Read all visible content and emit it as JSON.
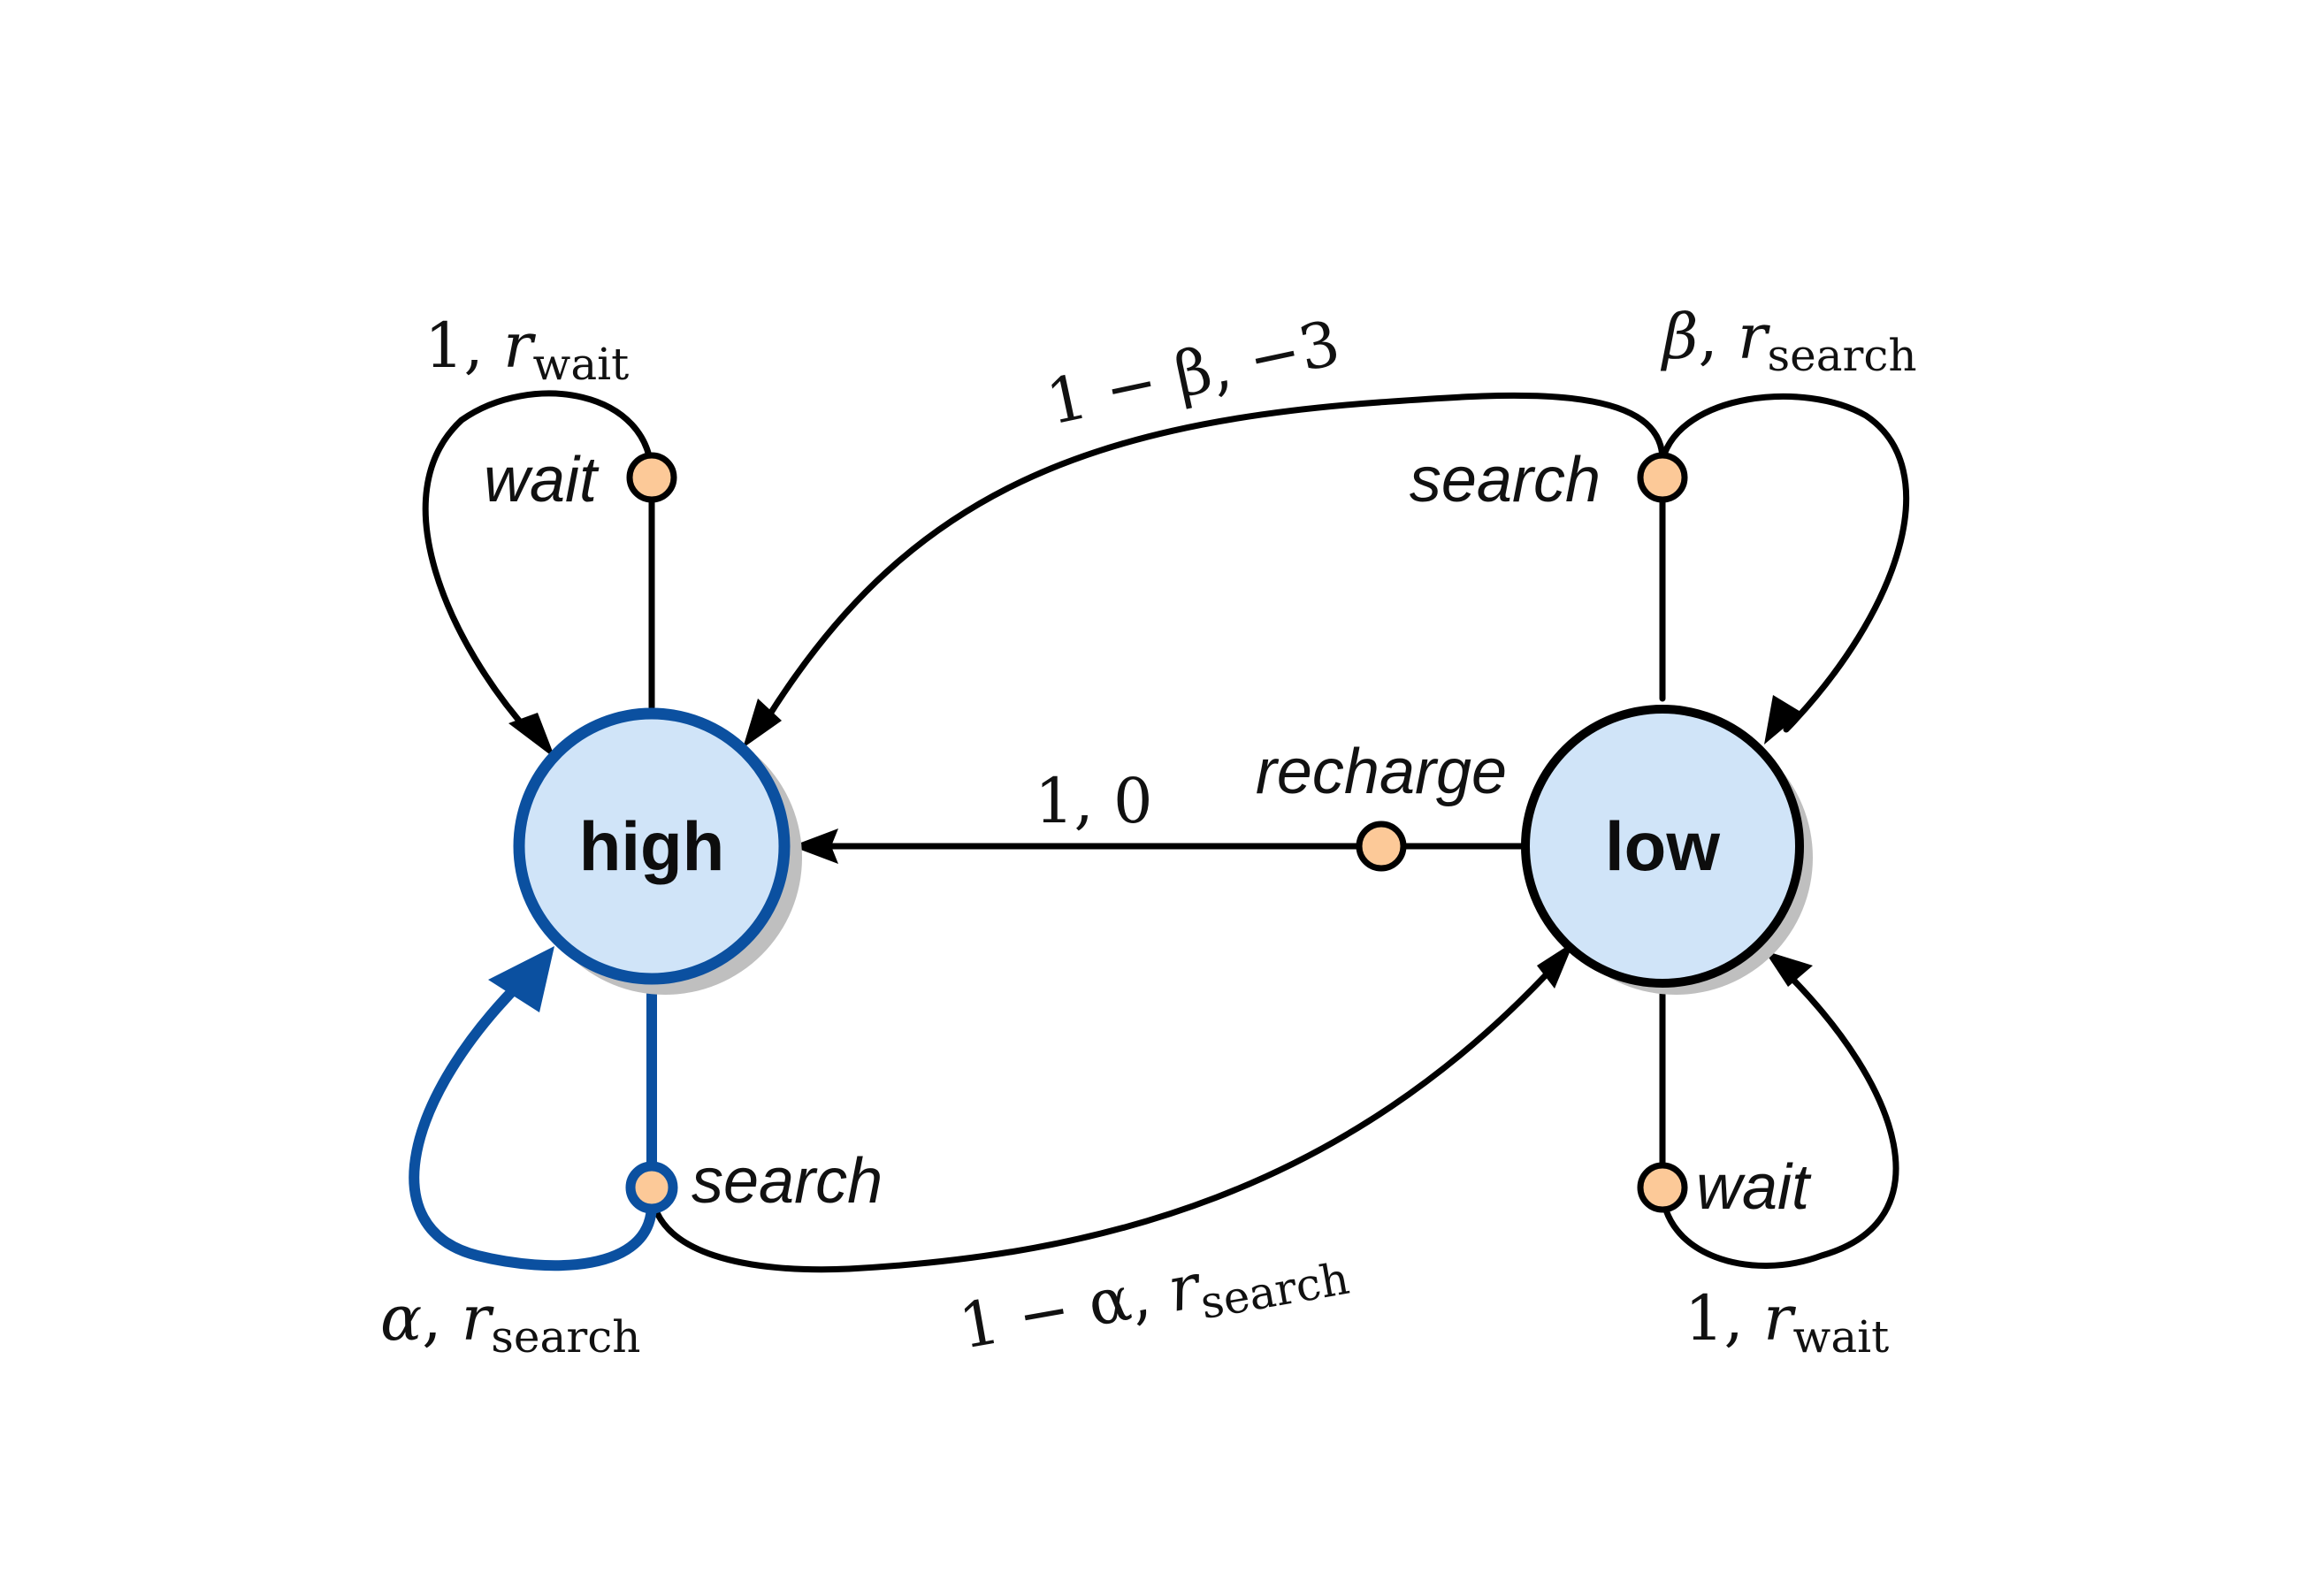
{
  "states": {
    "high": {
      "label": "high",
      "border_color": "#0b50a0",
      "fill_color": "#d0e4f8"
    },
    "low": {
      "label": "low",
      "border_color": "#000000",
      "fill_color": "#d0e4f8"
    }
  },
  "actions": {
    "high_wait": "wait",
    "high_search": "search",
    "low_search": "search",
    "low_recharge": "recharge",
    "low_wait": "wait"
  },
  "transitions": {
    "high_wait_self": {
      "prob": "1",
      "reward_var": "r",
      "reward_sub": "wait"
    },
    "high_search_self": {
      "prob": "α",
      "reward_var": "r",
      "reward_sub": "search"
    },
    "high_search_to_low": {
      "prob": "1 − α",
      "reward_var": "r",
      "reward_sub": "search"
    },
    "low_search_to_high": {
      "text": "1 − β, −3"
    },
    "low_search_self": {
      "prob": "β",
      "reward_var": "r",
      "reward_sub": "search"
    },
    "low_recharge_to_high": {
      "text": "1, 0"
    },
    "low_wait_self": {
      "prob": "1",
      "reward_var": "r",
      "reward_sub": "wait"
    }
  },
  "colors": {
    "highlight": "#0b50a0",
    "action_node_fill": "#fcc998",
    "state_fill": "#d0e4f8"
  }
}
